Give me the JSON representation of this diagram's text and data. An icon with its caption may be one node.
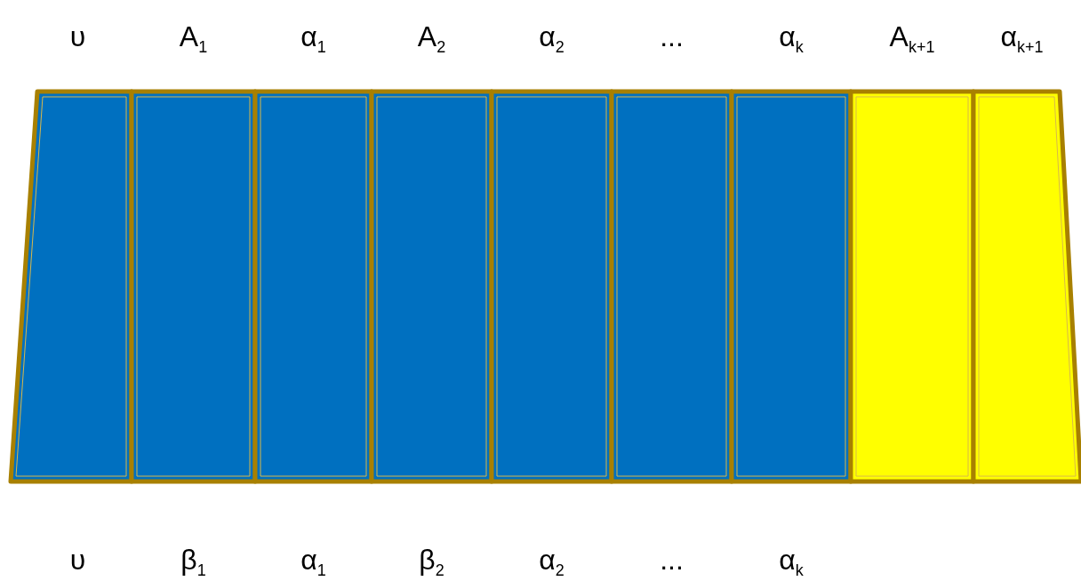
{
  "diagram": {
    "nodes": [
      {
        "text": [],
        "shape": "box",
        "beside": [
          "υ",
          "υ"
        ]
      },
      {
        "text": [],
        "shape": "box",
        "beside": [
          "A$_{1}$",
          "β$_{1}$"
        ]
      },
      {
        "text": [],
        "shape": "box",
        "beside": [
          "α$_{1}$",
          "α$_{1}$"
        ]
      },
      {
        "text": [],
        "shape": "box",
        "beside": [
          "A$_{2}$",
          "β$_{2}$"
        ]
      },
      {
        "text": [],
        "shape": "box",
        "beside": [
          "α$_{2}$",
          "α$_{2}$"
        ]
      },
      {
        "text": [],
        "shape": "box",
        "beside": [
          "...",
          "..."
        ]
      },
      {
        "text": [],
        "shape": "box",
        "beside": [
          "α$_{k}$",
          "α$_{k}$"
        ]
      },
      {
        "text": [],
        "shape": "box",
        "beside": [
          "A$_{k+1}$"
        ]
      },
      {
        "text": [],
        "shape": "box",
        "beside": [
          "α$_{k+1}$"
        ]
      }
    ],
    "edges": []
  }
}
